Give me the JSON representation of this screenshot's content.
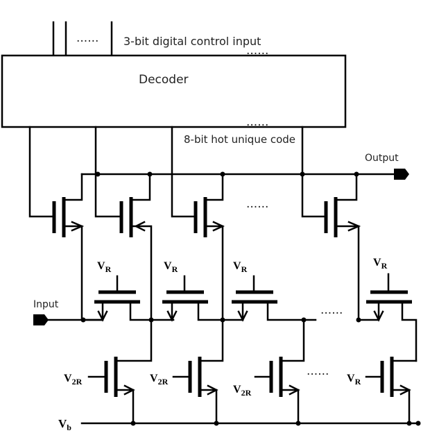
{
  "labels": {
    "control_input": "3-bit digital control input",
    "decoder": "Decoder",
    "hot_code": "8-bit hot unique code",
    "output": "Output",
    "input": "Input",
    "vb": "V",
    "vb_sub": "b",
    "ellipsis": "······"
  },
  "bias": {
    "vr": "V",
    "vr_sub": "R",
    "v2r": "V",
    "v2r_sub": "2R"
  }
}
